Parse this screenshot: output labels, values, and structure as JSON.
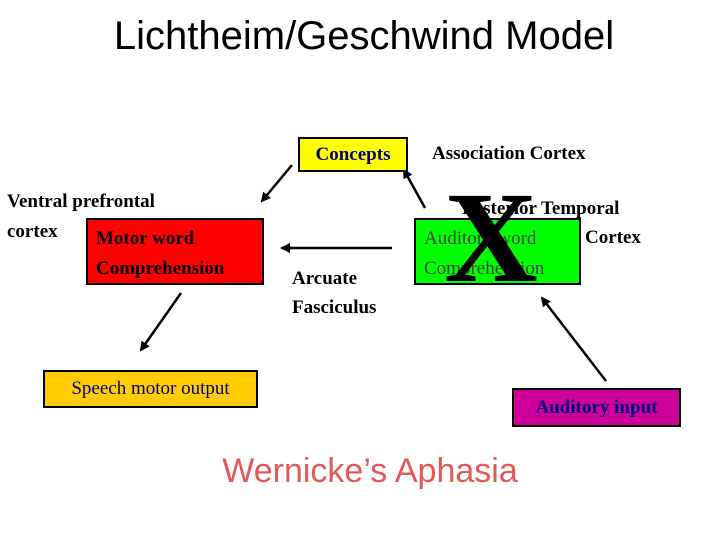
{
  "title": "Lichtheim/Geschwind Model",
  "boxes": {
    "concepts": "Concepts",
    "motor_word_line1": "Motor word",
    "motor_word_line2": "Comprehension",
    "auditory_word_line1": "Auditory word",
    "auditory_word_line2": "Comprehension",
    "speech_motor_output": "Speech motor output",
    "auditory_input": "Auditory input"
  },
  "labels": {
    "association_cortex": "Association Cortex",
    "ventral_prefrontal_line1": "Ventral prefrontal",
    "ventral_prefrontal_line2": "cortex",
    "posterior_temporal_line1": "Posterior Temporal",
    "posterior_temporal_line2": "Cortex",
    "arcuate_line1": "Arcuate",
    "arcuate_line2": "Fasciculus",
    "lesion_mark": "X"
  },
  "subtitle": "Wernicke’s Aphasia",
  "colors": {
    "concepts": "#ffff00",
    "motor_word": "#ff0000",
    "auditory_word": "#00ff00",
    "speech_motor_output": "#ffcc00",
    "auditory_input": "#cc0099",
    "auditory_word_text": "#444444",
    "auditory_input_text": "#000080",
    "subtitle": "#e05a5a"
  }
}
